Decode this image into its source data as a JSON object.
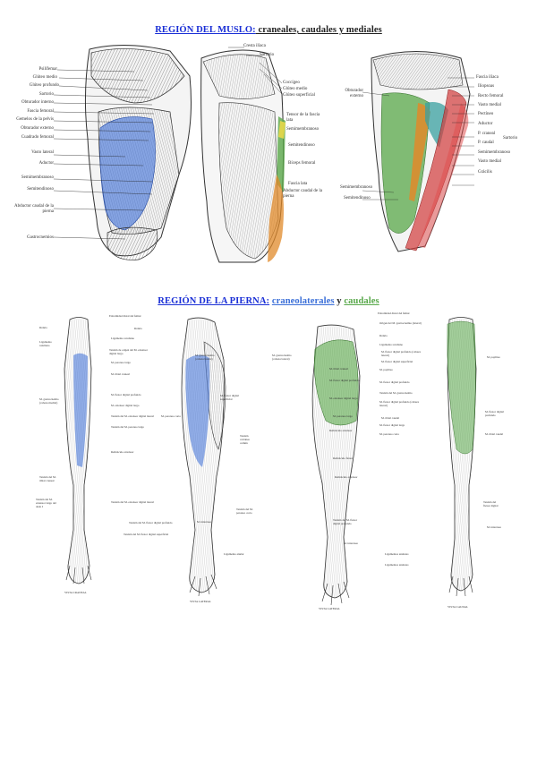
{
  "thigh": {
    "title_lead": "REGIÓN DEL MUSLO:",
    "title_rest": " craneales, caudales y mediales",
    "fig1_left_labels": [
      "Psilífemar",
      "Glúteo medio",
      "Glúteo profundo",
      "Sartorio",
      "Obturador interno",
      "Fascia femoral",
      "Gemelos de la pelvis",
      "Obturador externo",
      "Cuadrado femoral",
      "Vasto lateral",
      "Aductor",
      "Semimembranoso",
      "Semitendinoso",
      "Abductor caudal de la pierna",
      "Gastrocnemios"
    ],
    "fig2_top_labels": [
      "Cresta ilíaca",
      "Sartorio"
    ],
    "fig2_right_labels": [
      "Coccígeo",
      "Glúteo medio",
      "Glúteo superficial",
      "Tensor de la fascia lata",
      "Semimembranoso",
      "Semitendinoso",
      "Bíceps femoral",
      "Fascia lata",
      "Abductor caudal de la pierna"
    ],
    "fig3_left_labels": [
      "Obturador externo",
      "Semimembranoso",
      "Semitendinoso"
    ],
    "fig3_right_labels": [
      "Fascia ilíaca",
      "Iliopsoas",
      "Recto femoral",
      "Vasto medial",
      "Pectíneo",
      "Aductor",
      "P. craneal",
      "P. caudal",
      "Sartorio",
      "Semimembranoso",
      "Vasto medial",
      "Grácilis"
    ]
  },
  "leg": {
    "title_lead": "REGIÓN DE LA PIERNA:",
    "title_blue": "craneolaterales",
    "title_and": " y ",
    "title_green": "caudales",
    "figA_left_labels": [
      "Rótula",
      "Ligamento rotuliano",
      "M. gastrocnemio (cabeza medial)",
      "Tendón del M. tibial craneal",
      "Tendón del M. extensor largo del dedo I"
    ],
    "figA_caption": "VISTA CRANEAL",
    "figB_left_labels": [
      "Extremidad distal del fémur",
      "Rótula",
      "Ligamento rotuliano",
      "Tendón de origen del M. extensor digital largo",
      "M. peroneo largo",
      "M. tibial craneal",
      "M. flexor digital profundo",
      "M. extensor digital largo",
      "Tendón del M. extensor digital lateral",
      "Tendón del M. peroneo largo",
      "Retináculo extensor",
      "Tendón del M. extensor digital lateral",
      "M. interóseo",
      "Tendón del M. flexor digital profundo",
      "Tendón del M. flexor digital superficial"
    ],
    "figB_right_labels": [
      "M. gastrocnemio (cabeza lateral)",
      "M. flexor digital superficial",
      "M. peroneo corto",
      "Tendón calcáneo común",
      "Tendón del M. peroneo corto",
      "Ligamento anular"
    ],
    "figB_caption": "VISTA LATERAL",
    "figC_left_labels": [
      "M. gastrocnemio (cabeza lateral)",
      "M. tibial craneal",
      "M. flexor digital profundo",
      "M. extensor digital largo",
      "M. peroneo largo",
      "Retináculo extensor",
      "Retináculo flexor",
      "Retináculo extensor",
      "Tendón del M. flexor digital profundo",
      "M. interóseo"
    ],
    "figC_caption": "VISTA LATERAL",
    "figD_left_labels": [
      "Extremidad distal del fémur",
      "Origen del M. gastrocnemio (lateral)",
      "Rótula",
      "Ligamento rotuliano",
      "M. flexor digital profundo (cabeza lateral)",
      "M. flexor digital superficial",
      "M. poplíteo",
      "M. flexor digital profundo",
      "Tendón del M. gastrocnemio",
      "M. flexor digital profundo (cabeza lateral)",
      "M. tibial caudal",
      "M. flexor digital largo",
      "M. peroneo corto",
      "Ligamentos anulares",
      "Ligamentos anulares"
    ],
    "figD_right_labels": [
      "M. poplíteo",
      "M. flexor digital profundo",
      "M. tibial caudal",
      "Tendón del flexor digital",
      "M. interóseo"
    ],
    "figD_caption": "VISTA CAUDAL"
  },
  "colors": {
    "title_blue": "#1a2fd6",
    "highlight_blue": "#4a78d8",
    "highlight_green": "#5aa84a",
    "highlight_red": "#d23a3a",
    "highlight_orange": "#e08a2a",
    "highlight_yellow": "#e8d84a",
    "highlight_teal": "#3aa0a0"
  }
}
